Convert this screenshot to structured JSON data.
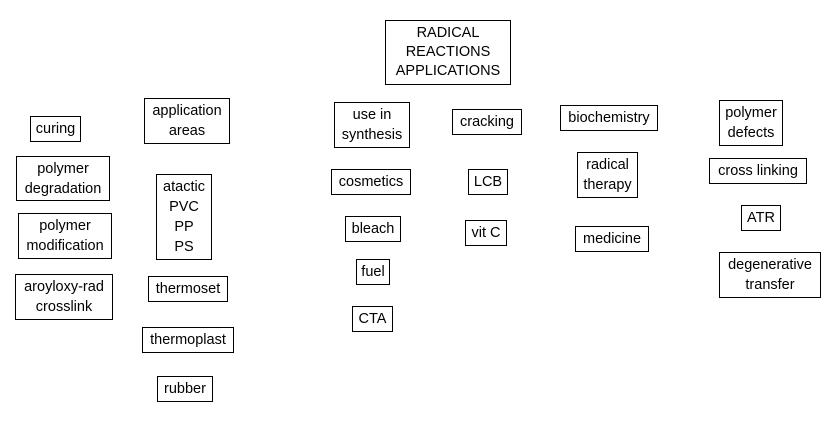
{
  "diagram": {
    "type": "concept-map",
    "root": {
      "id": "root",
      "label": "RADICAL\nREACTIONS\nAPPLICATIONS"
    },
    "nodes": [
      {
        "id": "curing",
        "label": "curing"
      },
      {
        "id": "polymer-degradation",
        "label": "polymer\ndegradation"
      },
      {
        "id": "polymer-modification",
        "label": "polymer\nmodification"
      },
      {
        "id": "aroyloxy-rad-crosslink",
        "label": "aroyloxy-rad\ncrosslink"
      },
      {
        "id": "application-areas",
        "label": "application\nareas"
      },
      {
        "id": "atactic-pvc-pp-ps",
        "label": "atactic\nPVC\nPP\nPS"
      },
      {
        "id": "thermoset",
        "label": "thermoset"
      },
      {
        "id": "thermoplast",
        "label": "thermoplast"
      },
      {
        "id": "rubber",
        "label": "rubber"
      },
      {
        "id": "use-in-synthesis",
        "label": "use in\nsynthesis"
      },
      {
        "id": "cosmetics",
        "label": "cosmetics"
      },
      {
        "id": "bleach",
        "label": "bleach"
      },
      {
        "id": "fuel",
        "label": "fuel"
      },
      {
        "id": "cta",
        "label": "CTA"
      },
      {
        "id": "cracking",
        "label": "cracking"
      },
      {
        "id": "lcb",
        "label": "LCB"
      },
      {
        "id": "vit-c",
        "label": "vit C"
      },
      {
        "id": "biochemistry",
        "label": "biochemistry"
      },
      {
        "id": "radical-therapy",
        "label": "radical\ntherapy"
      },
      {
        "id": "medicine",
        "label": "medicine"
      },
      {
        "id": "polymer-defects",
        "label": "polymer\ndefects"
      },
      {
        "id": "cross-linking",
        "label": "cross linking"
      },
      {
        "id": "atr",
        "label": "ATR"
      },
      {
        "id": "degenerative-transfer",
        "label": "degenerative\ntransfer"
      }
    ],
    "edges": []
  }
}
